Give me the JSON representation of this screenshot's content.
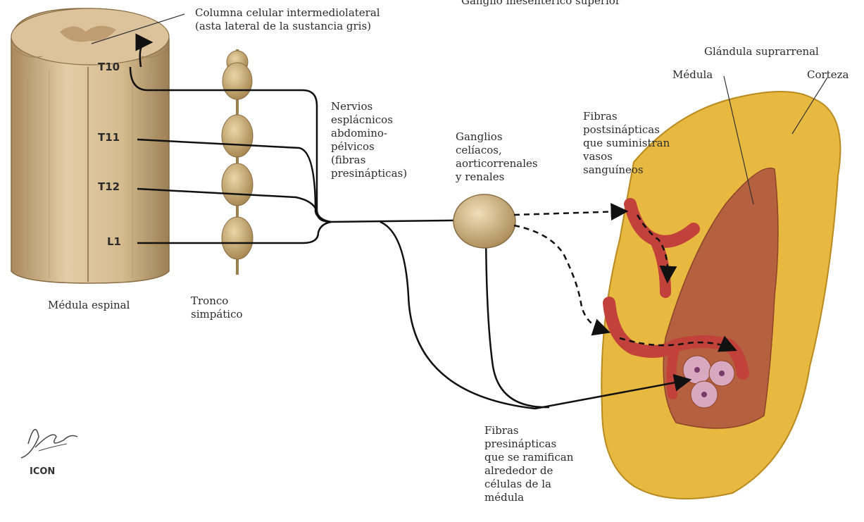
{
  "labels": {
    "top_cut": "Ganglio mesentérico superior",
    "columna": "Columna celular intermediolateral\n(asta lateral de la sustancia gris)",
    "glandula": "Glándula suprarrenal",
    "medula_gland": "Médula",
    "corteza": "Corteza",
    "nervios": "Nervios\nesplácnicos\nabdomino-\npélvicos\n(fibras\npresinápticas)",
    "ganglios": "Ganglios\ncelíacos,\naorticorrenales\ny renales",
    "fibras_post": "Fibras\npostsinápticas\nque suministran\nvasos\nsanguíneos",
    "medula_espinal": "Médula espinal",
    "tronco": "Tronco\nsimpático",
    "fibras_pre": "Fibras\npresinápticas\nque se ramifican\nalrededor de\ncélulas de la\nmédula"
  },
  "segments": [
    "T10",
    "T11",
    "T12",
    "L1"
  ],
  "signature": {
    "logo": "ICON"
  },
  "colors": {
    "cord": "#d9c19a",
    "cord_shade": "#b89a6d",
    "ganglion": "#c9a96b",
    "cortex": "#e8b940",
    "medulla": "#b5603f",
    "vessel": "#c2413b",
    "nerve": "#111111"
  }
}
